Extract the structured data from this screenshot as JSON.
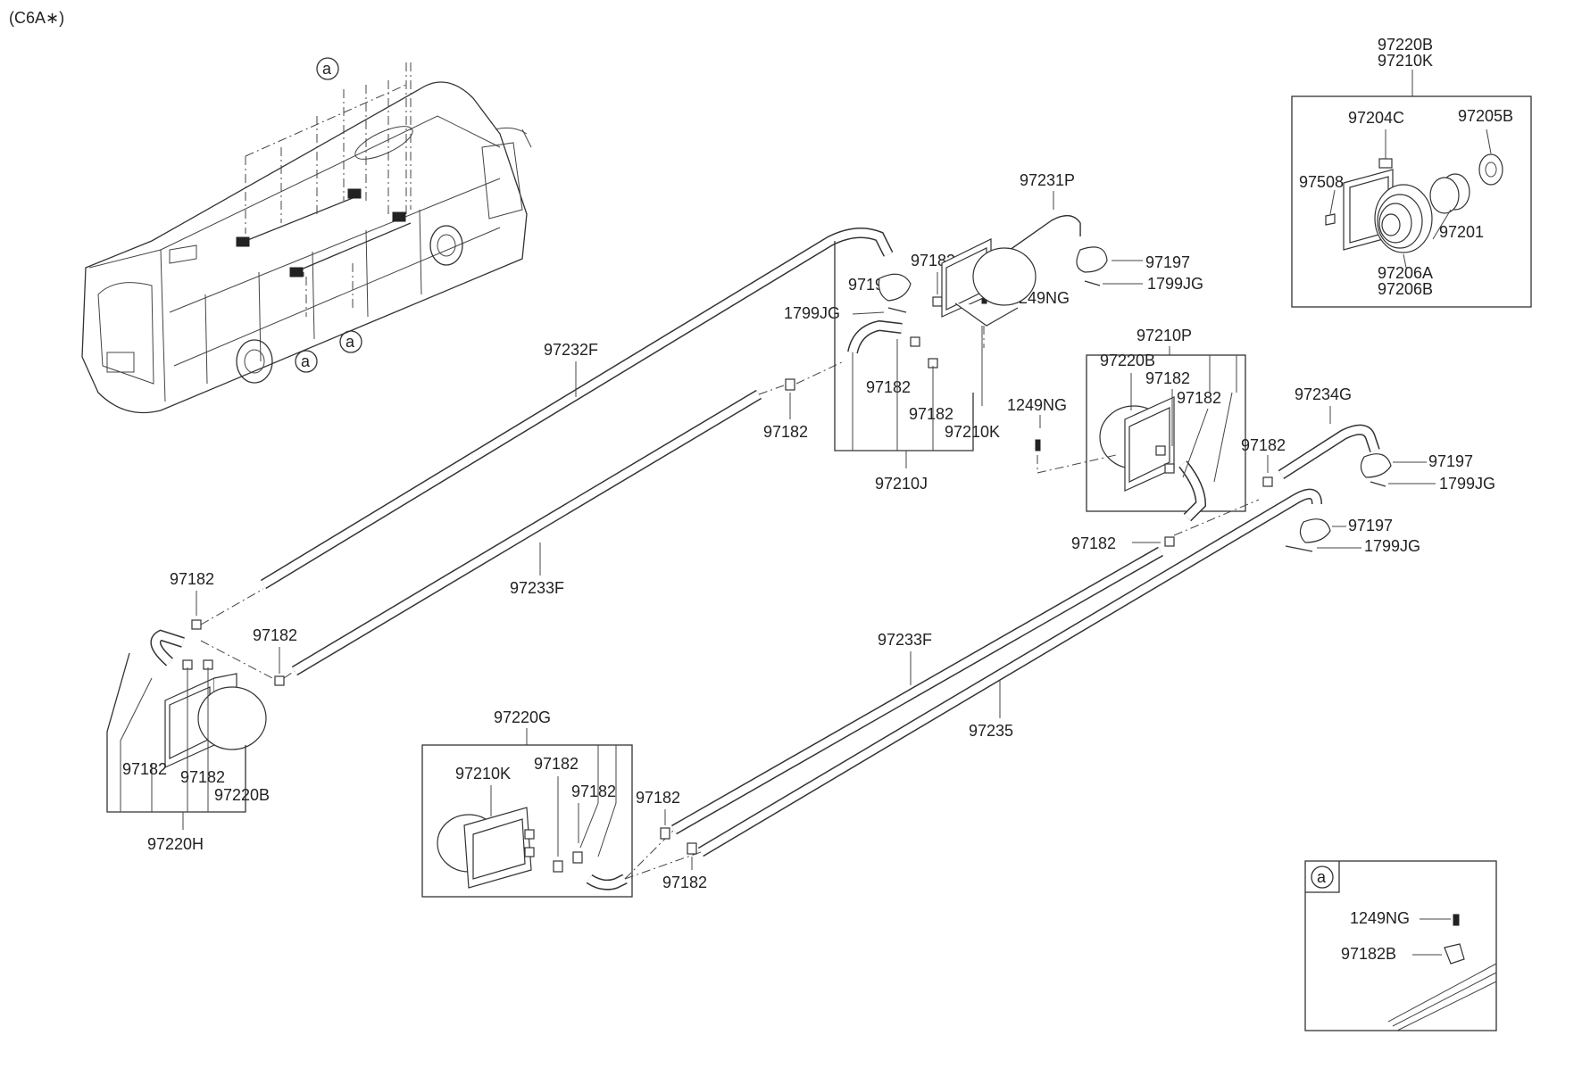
{
  "header": {
    "variant": "(C6A∗)"
  },
  "callout_letter": "a",
  "labels": {
    "top_right_1": "97220B",
    "top_right_2": "97210K",
    "box_97204C": "97204C",
    "box_97205B": "97205B",
    "box_97508": "97508",
    "box_97201": "97201",
    "box_97206A": "97206A",
    "box_97206B": "97206B",
    "p97231P": "97231P",
    "p97197_a": "97197",
    "p1799JG_a": "1799JG",
    "p97182_a": "97182",
    "p97197_b": "97197",
    "p1799JG_b": "1799JG",
    "p1249NG_a": "1249NG",
    "p97232F": "97232F",
    "p97182_b": "97182",
    "p97182_c": "97182",
    "p97182_d": "97182",
    "p97210K_a": "97210K",
    "p97210J": "97210J",
    "p97210P": "97210P",
    "p97220B_a": "97220B",
    "p97182_e": "97182",
    "p97182_f": "97182",
    "p1249NG_b": "1249NG",
    "p97234G": "97234G",
    "p97182_g": "97182",
    "p97197_c": "97197",
    "p1799JG_c": "1799JG",
    "p97197_d": "97197",
    "p1799JG_d": "1799JG",
    "p97182_h": "97182",
    "p97233F_a": "97233F",
    "p97182_i": "97182",
    "p97182_j": "97182",
    "p97182_k": "97182",
    "p97182_l": "97182",
    "p97220B_b": "97220B",
    "p97220H": "97220H",
    "p97233F_b": "97233F",
    "p97235": "97235",
    "p97220G": "97220G",
    "p97210K_b": "97210K",
    "p97182_m": "97182",
    "p97182_n": "97182",
    "p97182_o": "97182",
    "p97182_p": "97182",
    "detail_1249NG": "1249NG",
    "detail_97182B": "97182B"
  }
}
